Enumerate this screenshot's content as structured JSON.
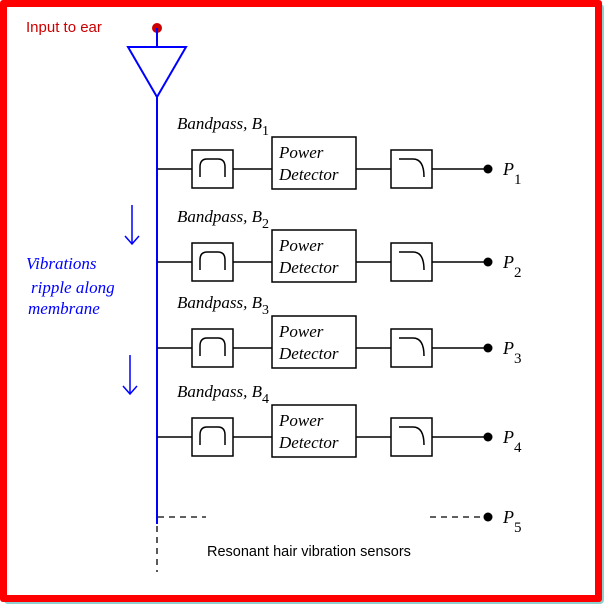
{
  "title_label": "Input to ear",
  "annotation": {
    "lines": [
      "Vibrations",
      "ripple along",
      "membrane"
    ]
  },
  "footer_label": "Resonant hair vibration sensors",
  "colors": {
    "frame": "#ff0000",
    "frame_shadow": "#8ecfcf",
    "membrane": "#0000ff",
    "input": "#cc0000",
    "wire": "#000000"
  },
  "channels": [
    {
      "bandpass_label": "Bandpass, ",
      "bandpass_var": "B",
      "bandpass_sub": "1",
      "detector_line1": "Power",
      "detector_line2": "Detector",
      "output_var": "P",
      "output_sub": "1"
    },
    {
      "bandpass_label": "Bandpass, ",
      "bandpass_var": "B",
      "bandpass_sub": "2",
      "detector_line1": "Power",
      "detector_line2": "Detector",
      "output_var": "P",
      "output_sub": "2"
    },
    {
      "bandpass_label": "Bandpass, ",
      "bandpass_var": "B",
      "bandpass_sub": "3",
      "detector_line1": "Power",
      "detector_line2": "Detector",
      "output_var": "P",
      "output_sub": "3"
    },
    {
      "bandpass_label": "Bandpass, ",
      "bandpass_var": "B",
      "bandpass_sub": "4",
      "detector_line1": "Power",
      "detector_line2": "Detector",
      "output_var": "P",
      "output_sub": "4"
    }
  ],
  "extra_output": {
    "output_var": "P",
    "output_sub": "5"
  }
}
